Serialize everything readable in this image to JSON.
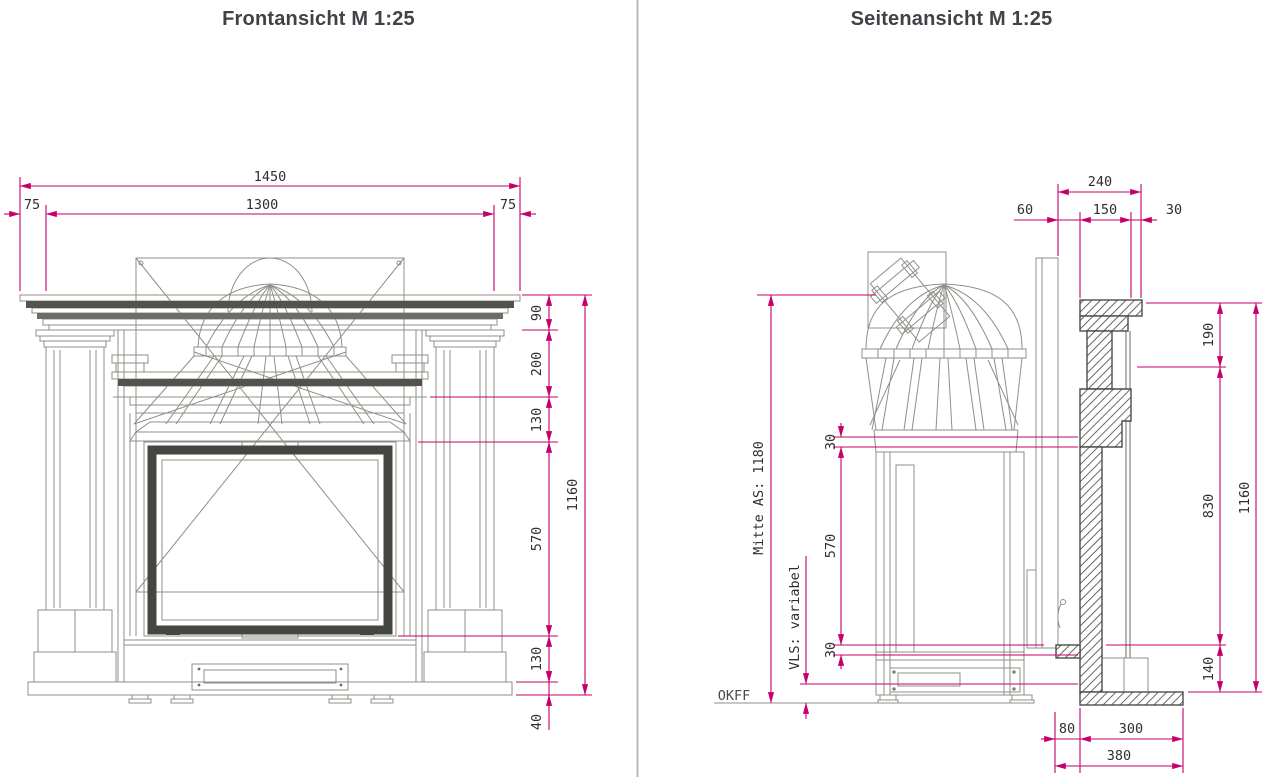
{
  "page": {
    "title_left": "Frontansicht M 1:25",
    "title_right": "Seitenansicht M 1:25"
  },
  "colors": {
    "dimension_magenta": "#c6006b",
    "drawing_gray": "#8f8f89",
    "drawing_dark": "#4c4c49",
    "dimension_text": "#2f2f2f",
    "title_text": "#3f4347",
    "divider_gray": "#b9b9b1"
  },
  "front_view": {
    "dims": {
      "total_width": "1450",
      "opening_width": "1300",
      "margin_left": "75",
      "margin_right": "75",
      "shelf": "90",
      "frieze": "200",
      "upper_band": "130",
      "firebox": "570",
      "lower_band": "130",
      "base_plate": "40",
      "total_height": "1160"
    }
  },
  "side_view": {
    "dims": {
      "depth_total": "240",
      "depth_rear": "60",
      "depth_mid": "150",
      "depth_front": "30",
      "cornice_height": "190",
      "shaft_height": "830",
      "base_height": "140",
      "total_height": "1160",
      "flue_axis": "Mitte AS: 1180",
      "vls": "VLS: variabel",
      "stub_upper": "30",
      "door_height": "570",
      "stub_lower": "30",
      "floor": "OKFF",
      "base_rear": "80",
      "base_mid": "300",
      "base_total": "380"
    }
  }
}
